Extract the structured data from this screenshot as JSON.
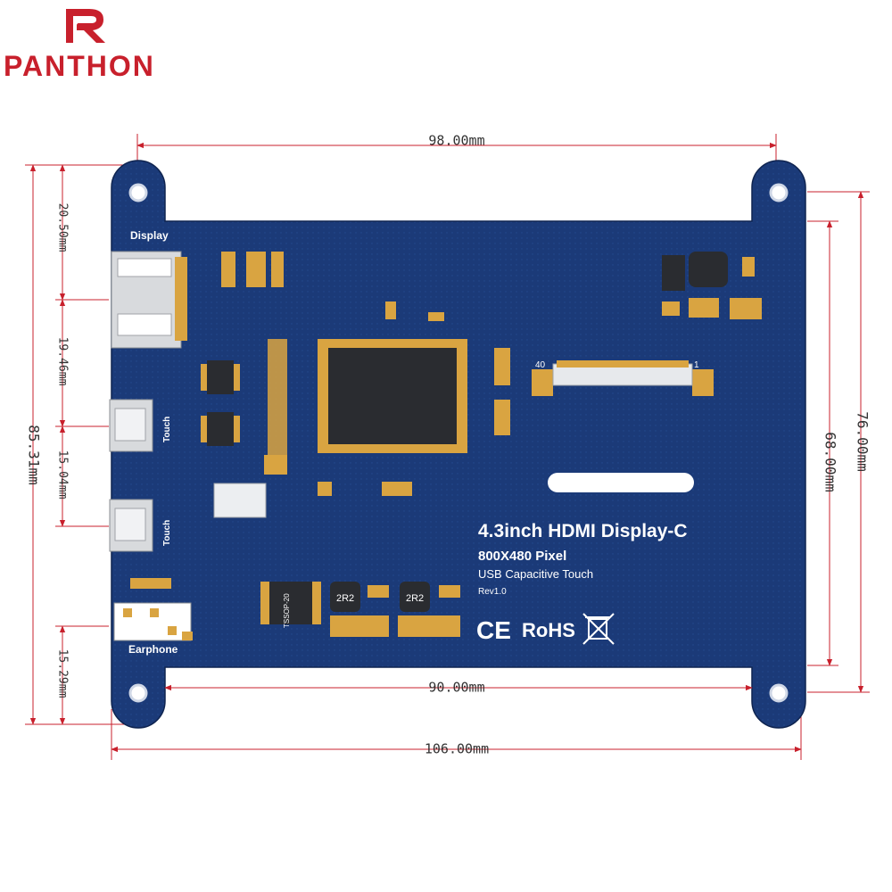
{
  "brand": {
    "name": "PANTHON",
    "color": "#c8202c"
  },
  "dimensions": {
    "top_width": "98.00mm",
    "inner_width": "90.00mm",
    "total_width": "106.00mm",
    "right_outer_height": "76.00mm",
    "right_inner_height": "68.00mm",
    "left_total_height": "85.31mm",
    "left_seg_1": "20.50mm",
    "left_seg_2": "19.46mm",
    "left_seg_3": "15.04mm",
    "left_seg_4": "15.29mm"
  },
  "board": {
    "pcb_color": "#1b3a78",
    "gold_color": "#d9a441",
    "labels": {
      "display": "Display",
      "touch_1": "Touch",
      "touch_2": "Touch",
      "earphone": "Earphone",
      "fpc_left": "40",
      "fpc_right": "1",
      "title": "4.3inch HDMI Display-C",
      "resolution": "800X480 Pixel",
      "touch_type": "USB Capacitive Touch",
      "revision": "Rev1.0",
      "ic_marking": "TSSOP-20",
      "inductor_1": "2R2",
      "inductor_2": "2R2",
      "cert_ce": "CE",
      "cert_rohs": "RoHS"
    }
  }
}
